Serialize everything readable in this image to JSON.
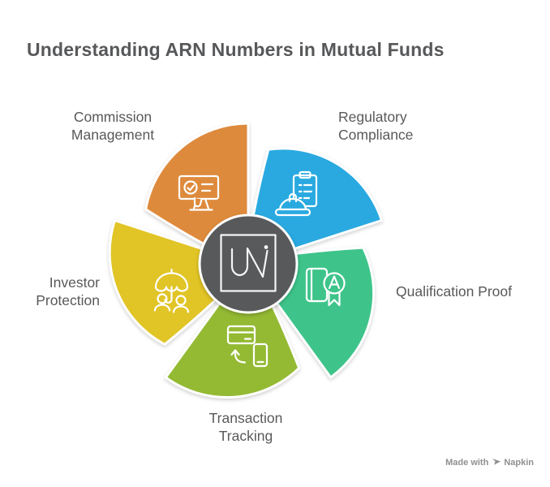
{
  "title": "Understanding ARN Numbers in Mutual Funds",
  "center": {
    "logo_icon": "uni-monogram-icon",
    "logo_text": "UNi",
    "color": "#58595B"
  },
  "segments": [
    {
      "name": "commission-management",
      "label_lines": [
        "Commission",
        "Management"
      ],
      "color": "#DE8A3C",
      "icon": "presentation-check-icon",
      "tip_angle": 360
    },
    {
      "name": "regulatory-compliance",
      "label_lines": [
        "Regulatory",
        "Compliance"
      ],
      "color": "#29A9E0",
      "icon": "hardhat-clipboard-icon",
      "tip_angle": 72
    },
    {
      "name": "qualification-proof",
      "label_lines": [
        "Qualification Proof"
      ],
      "color": "#3EC48A",
      "icon": "certificate-book-icon",
      "tip_angle": 144
    },
    {
      "name": "transaction-tracking",
      "label_lines": [
        "Transaction",
        "Tracking"
      ],
      "color": "#94BA34",
      "icon": "card-phone-transfer-icon",
      "tip_angle": 216
    },
    {
      "name": "investor-protection",
      "label_lines": [
        "Investor",
        "Protection"
      ],
      "color": "#E1C426",
      "icon": "umbrella-people-icon",
      "tip_angle": 288
    }
  ],
  "watermark": {
    "made_with": "Made with",
    "brand": "Napkin",
    "color": "#8F8F8F"
  }
}
